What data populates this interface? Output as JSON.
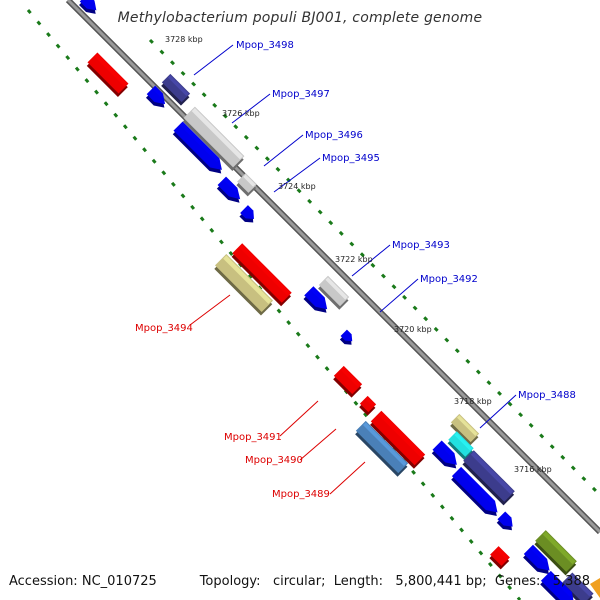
{
  "title": "Methylobacterium populi BJ001, complete genome",
  "footer": {
    "accession_label": "Accession:",
    "accession": "NC_010725",
    "topology_label": "Topology:",
    "topology": "circular",
    "length_label": "Length:",
    "length": "5,800,441 bp",
    "genes_label": "Genes:",
    "genes": "5,388"
  },
  "scale_labels": [
    "3728 kbp",
    "3726 kbp",
    "3724 kbp",
    "3722 kbp",
    "3720 kbp",
    "3718 kbp",
    "3716 kbp"
  ],
  "gene_labels": [
    {
      "text": "Mpop_3498",
      "strand": "forward"
    },
    {
      "text": "Mpop_3497",
      "strand": "forward"
    },
    {
      "text": "Mpop_3496",
      "strand": "forward"
    },
    {
      "text": "Mpop_3495",
      "strand": "forward"
    },
    {
      "text": "Mpop_3494",
      "strand": "reverse"
    },
    {
      "text": "Mpop_3493",
      "strand": "forward"
    },
    {
      "text": "Mpop_3492",
      "strand": "forward"
    },
    {
      "text": "Mpop_3491",
      "strand": "reverse"
    },
    {
      "text": "Mpop_3490",
      "strand": "reverse"
    },
    {
      "text": "Mpop_3489",
      "strand": "reverse"
    },
    {
      "text": "Mpop_3488",
      "strand": "forward"
    }
  ],
  "colors": {
    "forward_label": "#0000cc",
    "reverse_label": "#dd0000",
    "backbone": "#8a8a8a",
    "ticks": "#1a7a1a",
    "blue_gene": "#0000ee",
    "red_gene": "#ee0000",
    "grey_gene": "#c8c8c8",
    "navy_gene": "#3c3c8c",
    "khaki_gene": "#c8c080",
    "steel_gene": "#4a80b8",
    "cyan_gene": "#22e0e0",
    "olive_gene": "#6b8e23"
  }
}
